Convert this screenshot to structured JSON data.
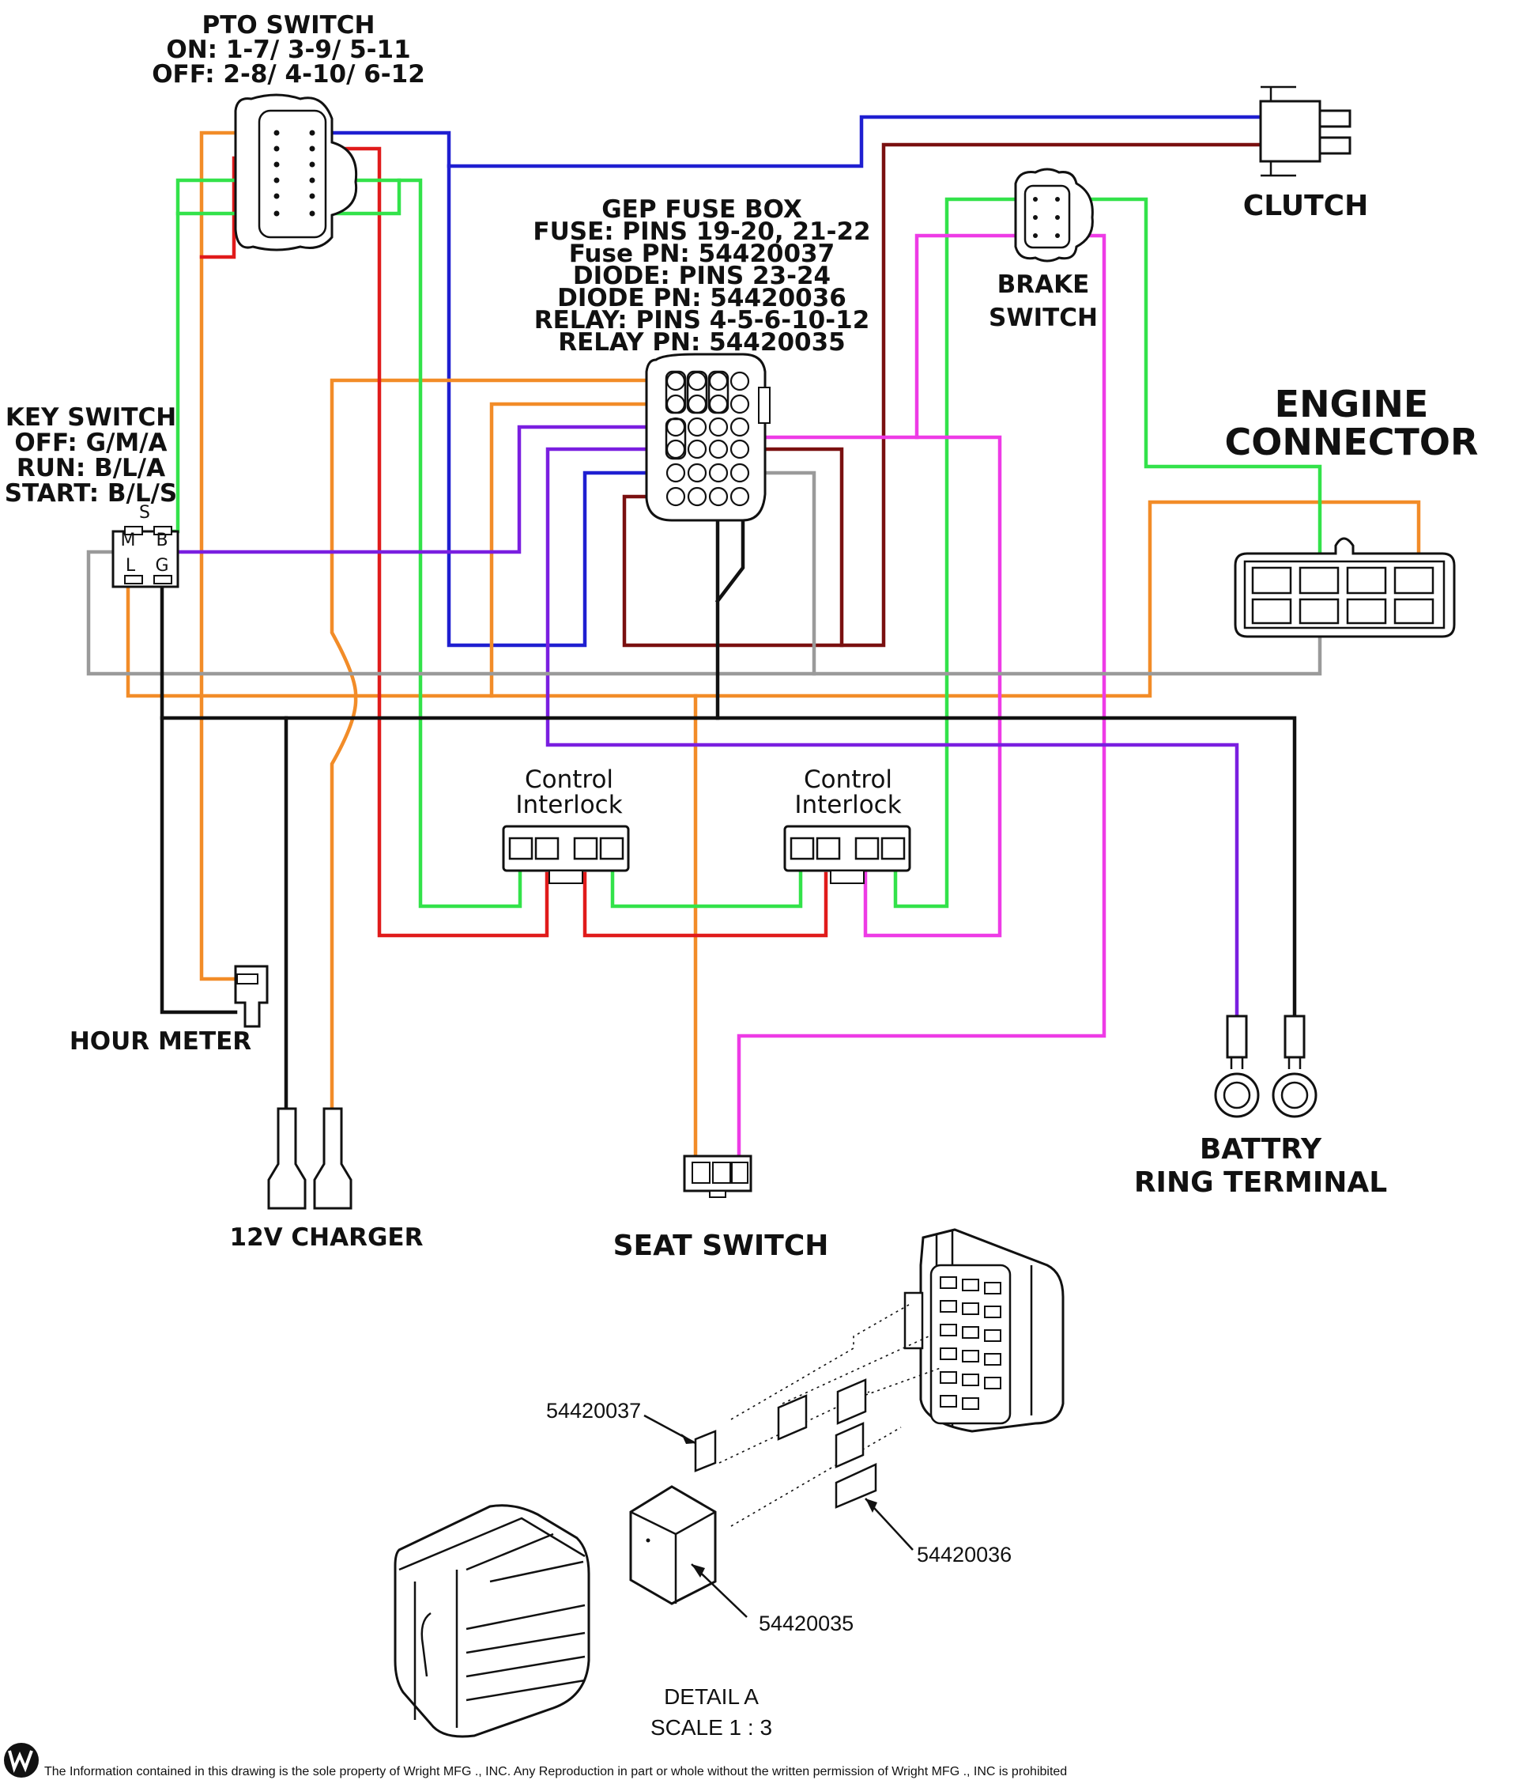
{
  "labels": {
    "pto_switch": [
      "PTO SWITCH",
      "ON: 1-7/ 3-9/ 5-11",
      "OFF: 2-8/ 4-10/ 6-12"
    ],
    "fuse_box": [
      "GEP FUSE BOX",
      "FUSE: PINS 19-20, 21-22",
      "Fuse PN: 54420037",
      "DIODE: PINS 23-24",
      "DIODE PN: 54420036",
      "RELAY: PINS 4-5-6-10-12",
      "RELAY PN: 54420035"
    ],
    "clutch": "CLUTCH",
    "brake_switch": [
      "BRAKE",
      "SWITCH"
    ],
    "engine_connector": [
      "ENGINE",
      "CONNECTOR"
    ],
    "key_switch": [
      "KEY SWITCH",
      "OFF: G/M/A",
      "RUN: B/L/A",
      "START: B/L/S"
    ],
    "key_pins": [
      "S",
      "M",
      "B",
      "L",
      "G"
    ],
    "control_interlock_1": [
      "Control",
      "Interlock"
    ],
    "control_interlock_2": [
      "Control",
      "Interlock"
    ],
    "hour_meter": "HOUR METER",
    "charger": "12V CHARGER",
    "seat_switch": "SEAT SWITCH",
    "battery": [
      "BATTRY",
      "RING TERMINAL"
    ]
  },
  "detail": {
    "part_fuse": "54420037",
    "part_diode": "54420036",
    "part_relay": "54420035",
    "title": "DETAIL A",
    "scale": "SCALE 1 : 3"
  },
  "footer": "The Information contained in this drawing is the sole property of Wright MFG ., INC. Any Reproduction in part or whole without the written permission of Wright MFG ., INC is prohibited",
  "wire_colors": {
    "orange": "#f28c28",
    "blue": "#1f1fd1",
    "brown": "#7a1010",
    "red": "#e01b1b",
    "green": "#33e24a",
    "magenta": "#ee3be6",
    "purple": "#7a1fe0",
    "gray": "#9a9a9a",
    "black": "#111111"
  }
}
